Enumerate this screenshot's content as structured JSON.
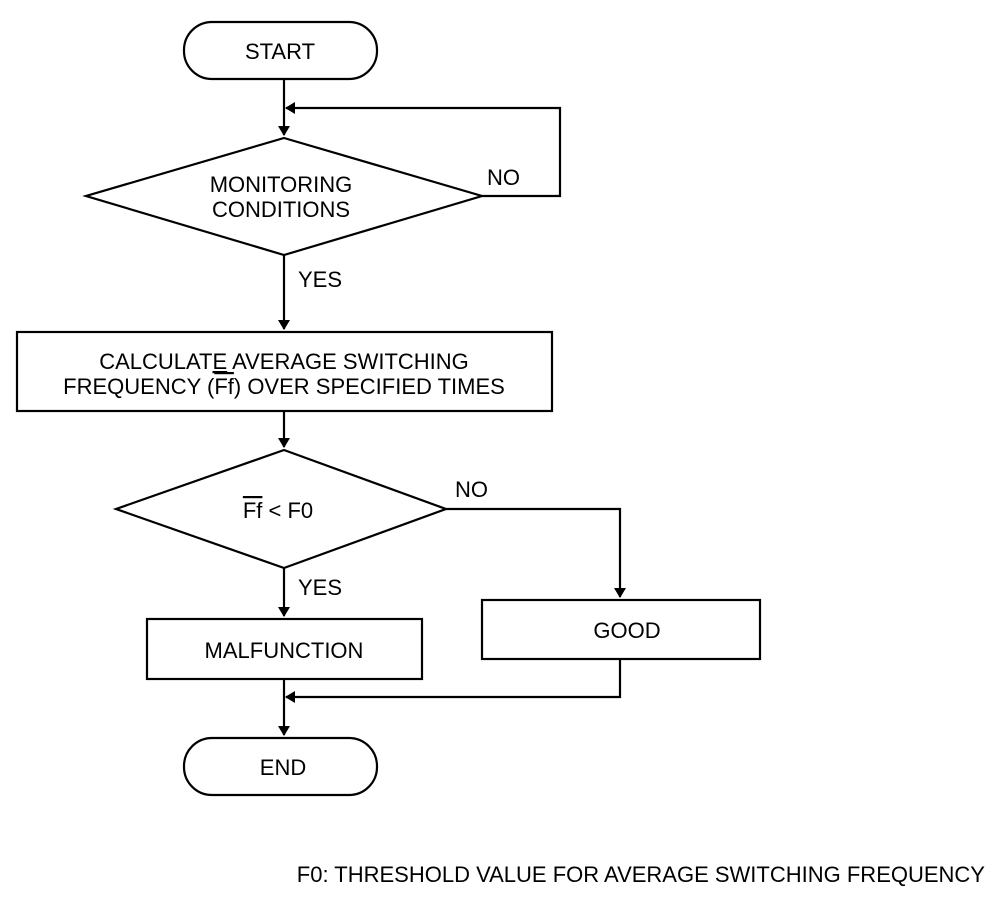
{
  "nodes": {
    "start": "START",
    "monitoring": {
      "line1": "MONITORING",
      "line2": "CONDITIONS"
    },
    "calculate": {
      "line1_pre": "CALCULAT",
      "line1_mark": "E",
      "line1_post": " AVERAGE SWITCHING",
      "line2_pre": "FREQUENCY (",
      "line2_symbol": "Ff",
      "line2_post": ") OVER SPECIFIED TIMES"
    },
    "compare": {
      "symbol": "Ff",
      "rest": " < F0"
    },
    "malfunction": "MALFUNCTION",
    "good": "GOOD",
    "end": "END"
  },
  "labels": {
    "no_monitoring": "NO",
    "yes_monitoring": "YES",
    "no_compare": "NO",
    "yes_compare": "YES"
  },
  "footnote": "F0: THRESHOLD VALUE FOR AVERAGE SWITCHING FREQUENCY"
}
